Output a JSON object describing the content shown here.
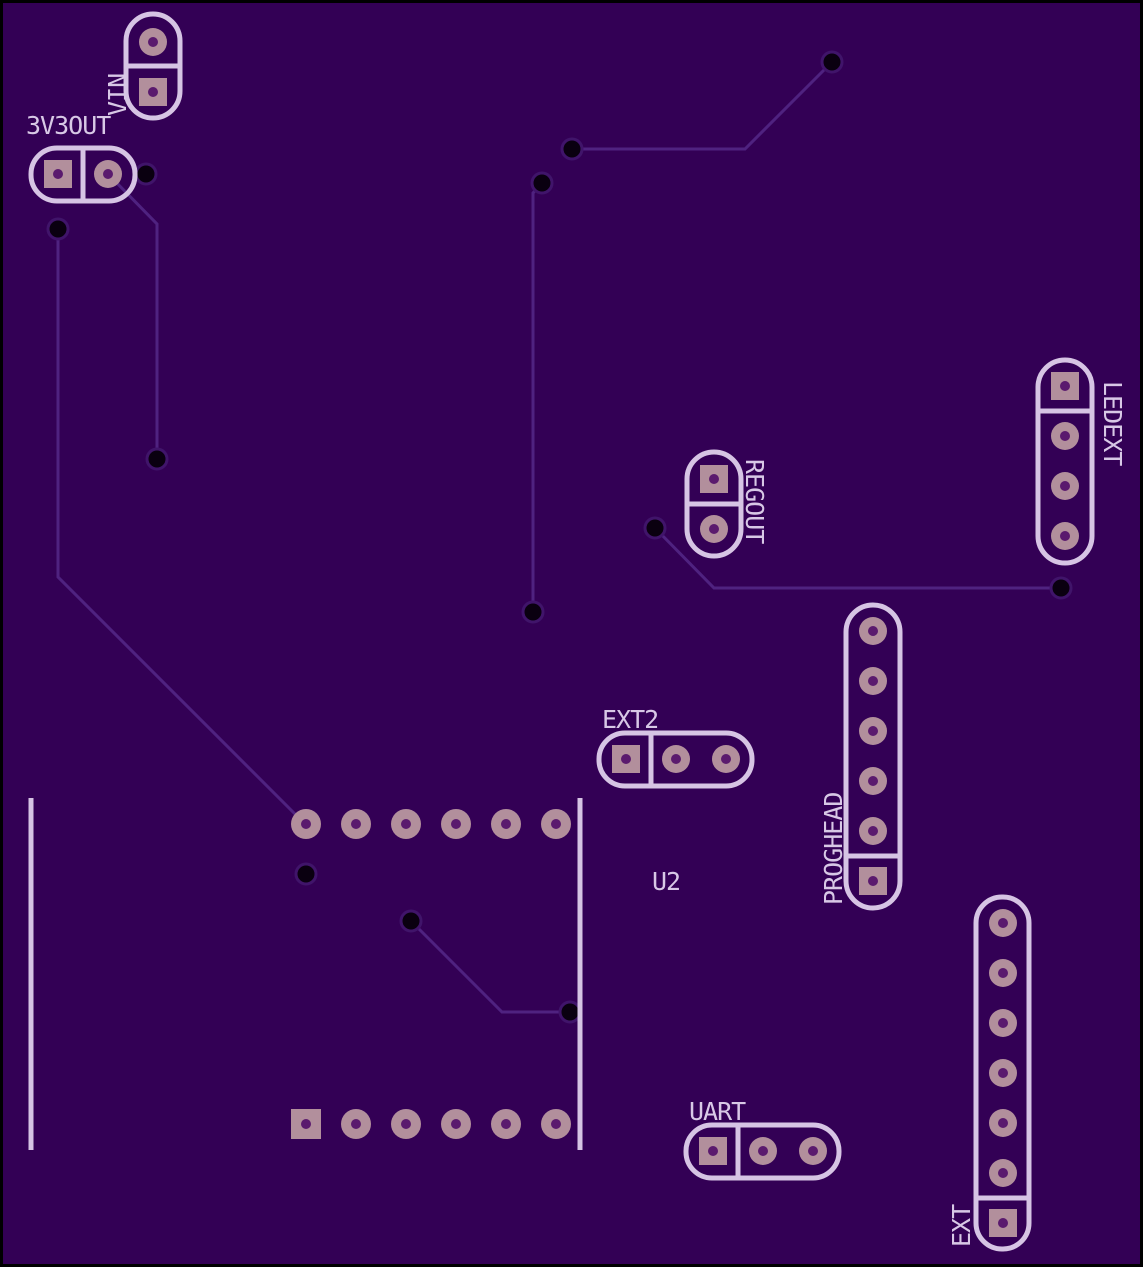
{
  "colors": {
    "board": "#330055",
    "outline": "#000000",
    "trace": "#4c1f78",
    "silkscreen": "#d6c4e4",
    "pad": "#b28f9c",
    "pad_hole": "#5a1a6e",
    "via": "#0d0014"
  },
  "labels": {
    "vin": "VIN",
    "v3out": "3V3OUT",
    "regout": "REGOUT",
    "ledext": "LEDEXT",
    "ext2": "EXT2",
    "proghead": "PROGHEAD",
    "u2": "U2",
    "uart": "UART",
    "ext": "EXT"
  }
}
